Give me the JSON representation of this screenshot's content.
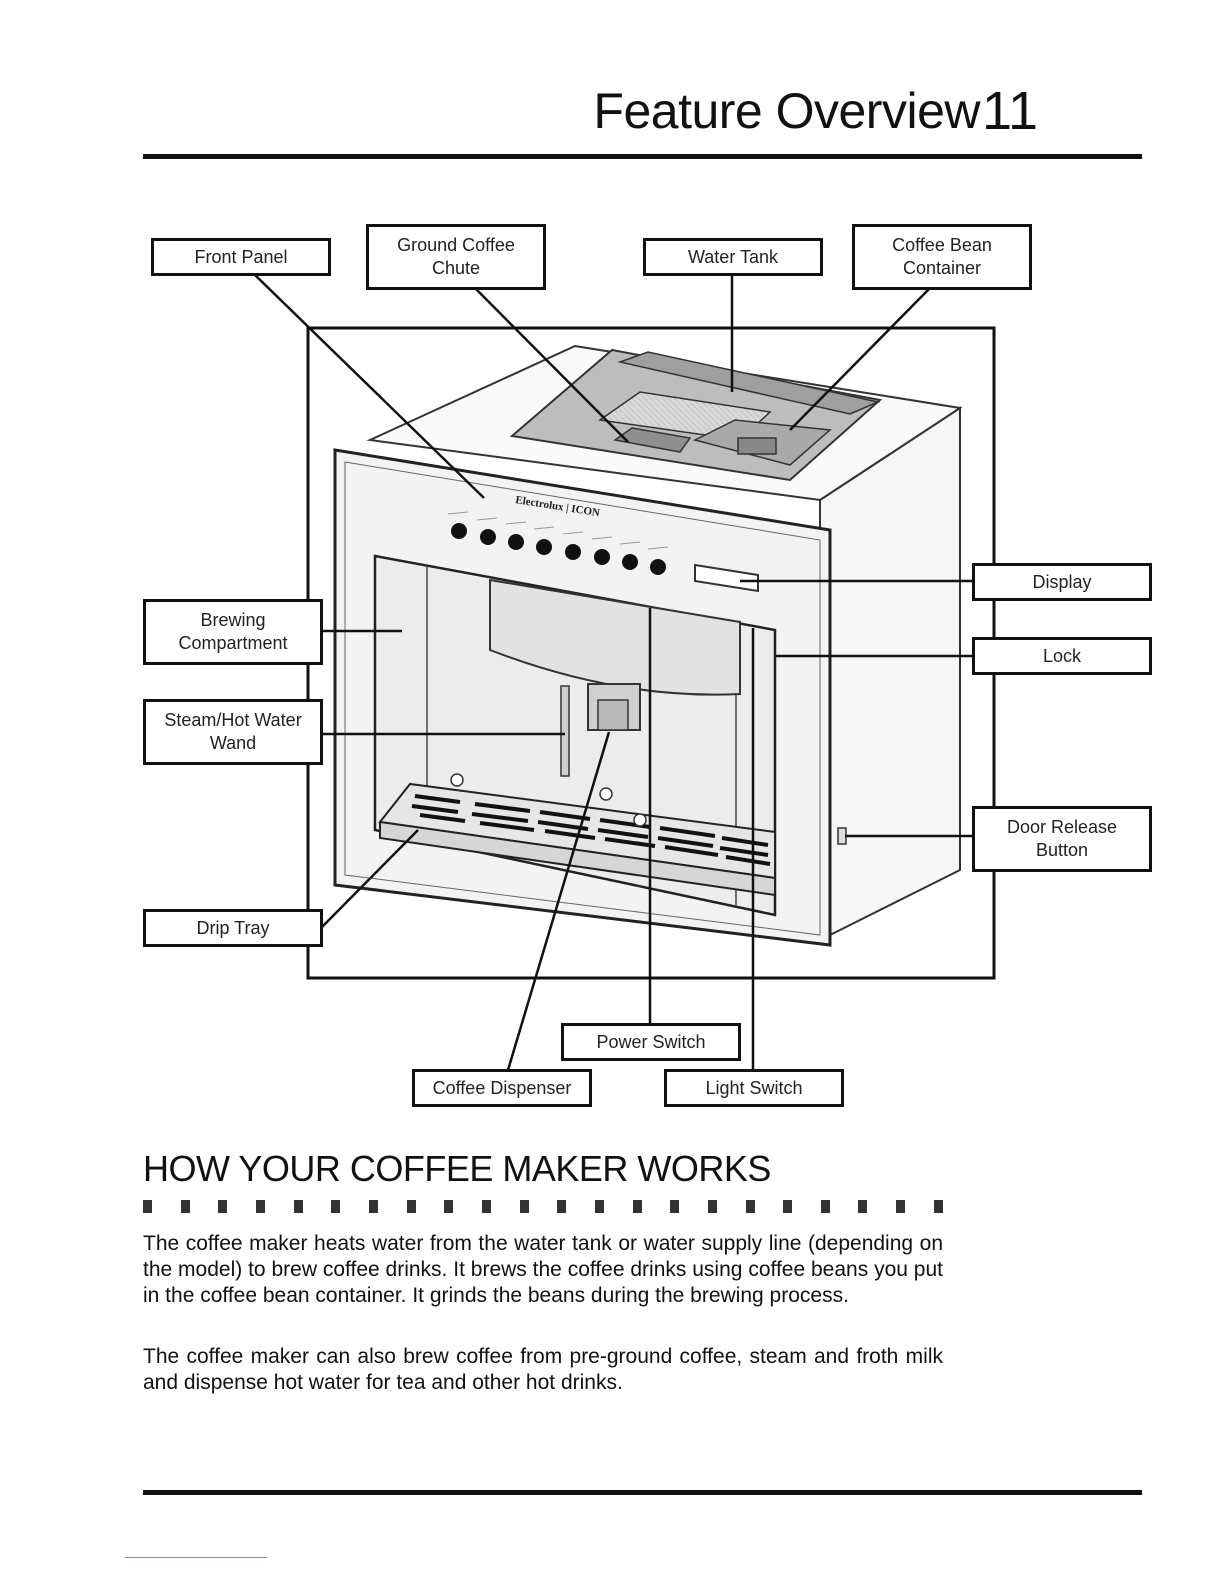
{
  "header": {
    "title": "Feature Overview",
    "page_number": "11"
  },
  "diagram": {
    "callouts": {
      "front_panel": "Front Panel",
      "ground_coffee_chute": "Ground Coffee\nChute",
      "water_tank": "Water Tank",
      "coffee_bean_container": "Coffee Bean\nContainer",
      "display": "Display",
      "lock": "Lock",
      "brewing_compartment": "Brewing\nCompartment",
      "steam_hot_water_wand": "Steam/Hot Water\nWand",
      "door_release_button": "Door Release\nButton",
      "drip_tray": "Drip Tray",
      "power_switch": "Power Switch",
      "coffee_dispenser": "Coffee Dispenser",
      "light_switch": "Light Switch"
    },
    "panel_branding": "Electrolux | ICON"
  },
  "section": {
    "heading": "HOW YOUR COFFEE MAKER WORKS",
    "paragraphs": [
      "The coffee maker heats water from the water tank or water supply line (depending on the model) to brew coffee drinks. It brews the coffee drinks using coffee beans you put in the coffee bean container. It grinds the beans during the brewing process.",
      "The coffee maker can also brew coffee from pre-ground coffee, steam and froth milk and dispense hot water for tea and other hot drinks."
    ]
  }
}
